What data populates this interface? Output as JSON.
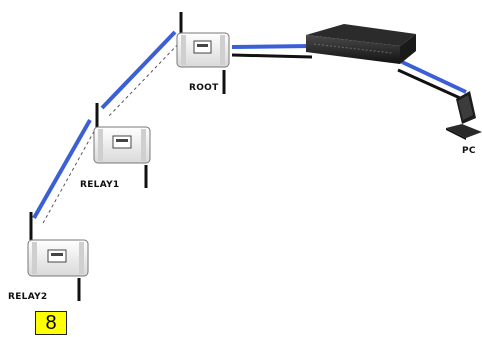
{
  "labels": {
    "root": "ROOT",
    "relay1": "RELAY1",
    "relay2": "RELAY2",
    "pc": "PC"
  },
  "badge": "8",
  "colors": {
    "link_blue": "#3a5fd6",
    "cable_dark": "#111111",
    "badge_bg": "#ffff00",
    "device_body": "#f2f2f2"
  },
  "icons": {
    "radio": "radio-unit-icon",
    "switch": "network-switch-icon",
    "pc": "laptop-icon"
  }
}
